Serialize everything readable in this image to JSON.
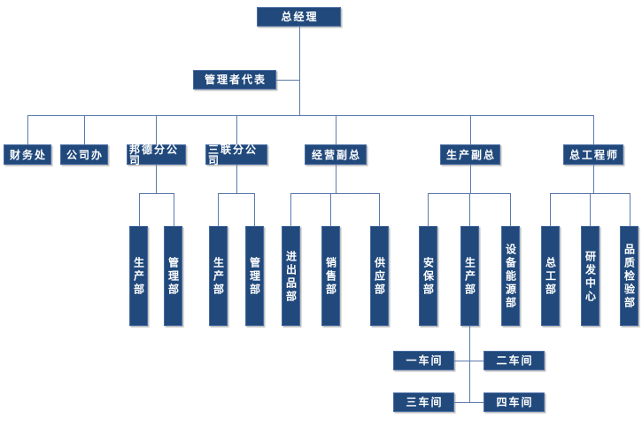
{
  "colors": {
    "box_fill": "#21497B",
    "box_border": "#4A6DA3",
    "connector_line": "#5B79AC",
    "text": "#FFFFFF",
    "background": "#FFFFFF"
  },
  "nodes": {
    "gm": "总经理",
    "rep": "管理者代表",
    "caiwu": "财务处",
    "gongsiban": "公司办",
    "bangde": "邦德分公司",
    "sanlian": "三联分公司",
    "jingying": "经营副总",
    "shengchan": "生产副总",
    "zonggong": "总工程师",
    "bd_sc": "生产部",
    "bd_gl": "管理部",
    "sl_sc": "生产部",
    "sl_gl": "管理部",
    "jy_jcp": "进出品部",
    "jy_xs": "销售部",
    "jy_gy": "供应部",
    "sc_ab": "安保部",
    "sc_sc": "生产部",
    "sc_sb": "设备能源部",
    "zg_zg": "总工部",
    "zg_yf": "研发中心",
    "zg_pz": "品质检验部",
    "ws1": "一车间",
    "ws2": "二车间",
    "ws3": "三车间",
    "ws4": "四车间"
  },
  "hierarchy": [
    {
      "parent": "总经理",
      "assistant": "管理者代表",
      "children": [
        "财务处",
        "公司办",
        "邦德分公司",
        "三联分公司",
        "经营副总",
        "生产副总",
        "总工程师"
      ]
    },
    {
      "parent": "邦德分公司",
      "children": [
        "生产部",
        "管理部"
      ]
    },
    {
      "parent": "三联分公司",
      "children": [
        "生产部",
        "管理部"
      ]
    },
    {
      "parent": "经营副总",
      "children": [
        "进出品部",
        "销售部",
        "供应部"
      ]
    },
    {
      "parent": "生产副总",
      "children": [
        "安保部",
        "生产部",
        "设备能源部"
      ]
    },
    {
      "parent": "生产部",
      "grandparent": "生产副总",
      "children": [
        "一车间",
        "二车间",
        "三车间",
        "四车间"
      ]
    },
    {
      "parent": "总工程师",
      "children": [
        "总工部",
        "研发中心",
        "品质检验部"
      ]
    }
  ]
}
